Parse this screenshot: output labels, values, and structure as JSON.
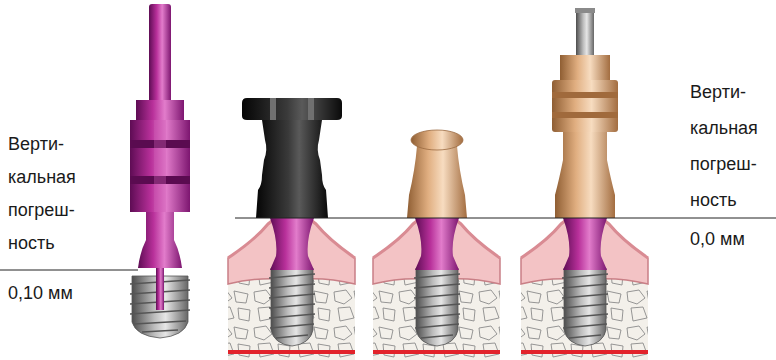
{
  "diagram": {
    "labels": [
      "Верти- кальная погреш- ность",
      "0,10 мм",
      "Верти- кальная погреш- ность",
      "0,0 мм"
    ]
  }
}
